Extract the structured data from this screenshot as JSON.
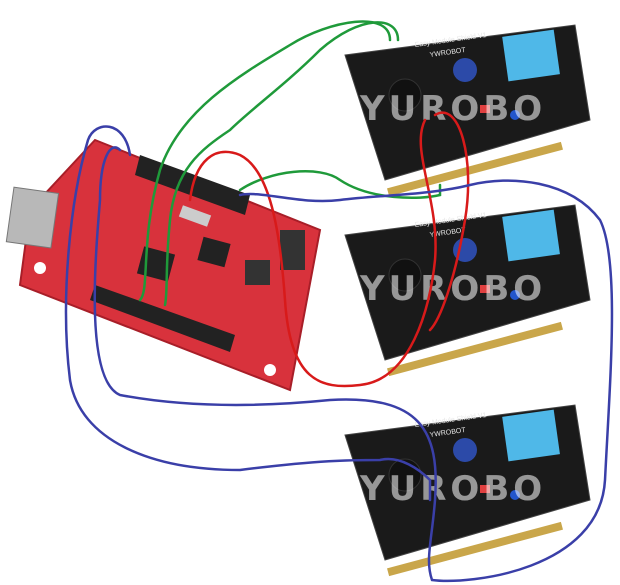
{
  "image": {
    "shields": [
      {
        "brand": "YWROBOT",
        "model": "Easy Module Shield V1",
        "watermark": "YUROBO"
      },
      {
        "brand": "YWROBOT",
        "model": "Easy Module Shield V1",
        "watermark": "YUROBO"
      },
      {
        "brand": "YWROBOT",
        "model": "Easy Module Shield V1",
        "watermark": "YUROBO"
      }
    ],
    "colors": {
      "main_board": "#d8323c",
      "shield": "#1a1a1a",
      "wire_green": "#1f9a3a",
      "wire_red": "#d81a1a",
      "wire_blue": "#3a3fa8",
      "sensor": "#4fb8e8"
    }
  }
}
